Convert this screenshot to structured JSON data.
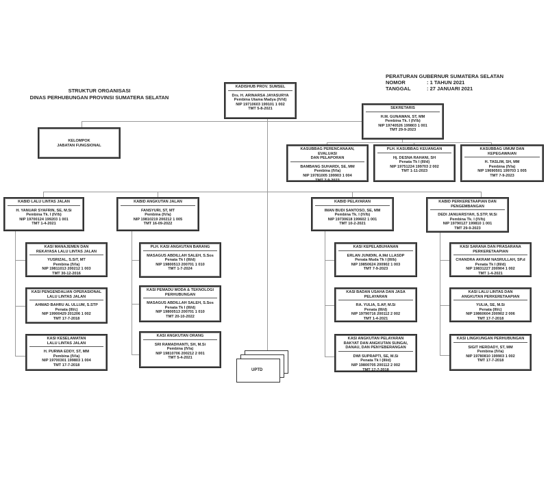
{
  "header": {
    "title_line1": "STRUKTUR ORGANISASI",
    "title_line2": "DINAS PERHUBUNGAN  PROVINSI SUMATERA SELATAN",
    "regulation": "PERATURAN GUBERNUR SUMATERA SELATAN",
    "nomor_label": "NOMOR",
    "nomor_value": ": 1 TAHUN 2021",
    "tanggal_label": "TANGGAL",
    "tanggal_value": ": 27 JANUARI 2021"
  },
  "uptd": "UPTD",
  "boxes": [
    {
      "id": "kadishub",
      "title": [
        "KADISHUB PROV. SUMSEL"
      ],
      "name": "Drs. H. ARINARSA JAYASURYA",
      "rank": "Pembina Utama Madya (IV/d)",
      "nip": "NIP  19710603 199101 1 002",
      "tmt": "TMT  5-8-2021"
    },
    {
      "id": "sekretaris",
      "title": [
        "SEKRETARIS"
      ],
      "name": "H.M. GUNAWAN, ST, MM",
      "rank": "Pembina Tk. I (IV/b)",
      "nip": "NIP  19740526 199803 1 001",
      "tmt": "TMT  29-9-2023"
    },
    {
      "id": "kelompok",
      "title": [],
      "name": "KELOMPOK",
      "rank": "JABATAN FUNGSIONAL",
      "nip": "",
      "tmt": ""
    },
    {
      "id": "kasubbag-perencanaan",
      "title": [
        "KASUBBAG PERENCANAAN,",
        "EVALUASI",
        "DAN PELAPORAN"
      ],
      "name": "BAMBANG SUHARDI, SE, MM",
      "rank": "Pembina (IV/a)",
      "nip": "NIP  19781005 199903 1 004",
      "tmt": "TMT  7-9-2023"
    },
    {
      "id": "kasubbag-keuangan",
      "title": [
        "PLH. KASUBBAG KEUANGAN"
      ],
      "name": "Hj. DESNA RAHANI, SH",
      "rank": "Penata Tk I (III/d)",
      "nip": "NIP  19751224 199703 2 002",
      "tmt": "TMT  1-11-2023"
    },
    {
      "id": "kasubbag-umum",
      "title": [
        "KASUBBAG UMUM DAN KEPEGAWAIAN"
      ],
      "name": "H. TASLIM, SH, MM",
      "rank": "Pembina (IV/a)",
      "nip": "NIP  19690501 199703 1 005",
      "tmt": "TMT  7-9-2023"
    },
    {
      "id": "kabid-llj",
      "title": [
        "KABID LALU LINTAS JALAN"
      ],
      "name": "H. YANUAR SYAFRIN, SE, M.Si",
      "rank": "Pembina  Tk. I (IV/b)",
      "nip": "NIP  19700124 199203 1 001",
      "tmt": "TMT  1-4-2021"
    },
    {
      "id": "kabid-angkutan",
      "title": [
        "KABID ANGKUTAN JALAN"
      ],
      "name": "FANSYURI, ST, MT",
      "rank": "Pembina (IV/a)",
      "nip": "NIP  19810219 200212 1 005",
      "tmt": "TMT  16-09-2022"
    },
    {
      "id": "kabid-pelayaran",
      "title": [
        "KABID PELAYARAN"
      ],
      "name": "IMAN BUDI SANTOSO, SE, MM",
      "rank": "Pembina Tk. I (IV/b)",
      "nip": "NIP  19730618 199602 1 001",
      "tmt": "TMT  10-2-2021"
    },
    {
      "id": "kabid-perkeretaapian",
      "title": [
        "KABID PERKERETAAPIAN DAN",
        "PENGEMBANGAN"
      ],
      "name": "DEDI JANUARSYAH, S.STP, M.Si",
      "rank": "Pembina Tk. I (IV/b)",
      "nip": "NIP  19790127 199810 1 001",
      "tmt": "TMT  29-9-2023"
    },
    {
      "id": "kasi-manajemen",
      "title": [
        "KASI MANAJEMEN DAN",
        "REKAYASA LALU LINTAS JALAN"
      ],
      "name": "YUSRIZAL, S.SiT, MT",
      "rank": "Pembina (IV/a)",
      "nip": "NIP  19811013 200212 1 003",
      "tmt": "TMT  30-12-2016"
    },
    {
      "id": "kasi-pengendalian",
      "title": [
        "KASI PENGENDALIAN OPERASIONAL",
        "LALU LINTAS JALAN"
      ],
      "name": "AHMAD BAHRU AL ULLUM, S.STP",
      "rank": "Penata (III/c)",
      "nip": "NIP  19900429 201206 1 002",
      "tmt": "TMT  17-7-2018"
    },
    {
      "id": "kasi-keselamatan",
      "title": [
        "KASI KESELAMATAN",
        "LALU LINTAS JALAN"
      ],
      "name": "H. PURWA EDDY, ST, MM",
      "rank": "Pembina  (IV/a)",
      "nip": "NIP  19700301 199803 1 004",
      "tmt": "TMT  17-7-2018"
    },
    {
      "id": "kasi-angkutan-barang",
      "title": [
        "PLH. KASI ANGKUTAN BARANG"
      ],
      "name": "MASAGUS ABDILLAH SALEH, S.Sos",
      "rank": "Penata Tk I (III/d)",
      "nip": "NIP  19800513 200701 1 010",
      "tmt": "TMT  1-7-2024"
    },
    {
      "id": "kasi-pemadu-moda",
      "title": [
        "KASI PEMADU MODA & TEKNOLOGI",
        "PERHUBUNGAN"
      ],
      "name": "MASAGUS ABDILLAH SALEH, S.Sos",
      "rank": "Penata Tk I (III/d)",
      "nip": "NIP  19800513 200701 1 010",
      "tmt": "TMT  20-10-2022"
    },
    {
      "id": "kasi-angkutan-orang",
      "title": [
        "KASI ANGKUTAN  ORANG"
      ],
      "name": "SRI RAMADHANTI, SH, M.Si",
      "rank": "Pembina (IV/a)",
      "nip": "NIP  19810706 200212 2 001",
      "tmt": "TMT  5-4-2021"
    },
    {
      "id": "kasi-kepelabuhanan",
      "title": [
        "KASI KEPELABUHANAN"
      ],
      "name": "ERLAN JUNIDIN, A.Md LLASDP",
      "rank": "Penata Muda Tk I  (III/b)",
      "nip": "NIP  19850624 200902 1 003",
      "tmt": "TMT  7-9-2023"
    },
    {
      "id": "kasi-badan-usaha",
      "title": [
        "KASI BADAN USAHA DAN JASA",
        "PELAYARAN"
      ],
      "name": "RA. YULIA, S.AP, M.Si",
      "rank": "Penata  (III/d)",
      "nip": "NIP  19790716 200112 2 002",
      "tmt": "TMT  1-4-2021"
    },
    {
      "id": "kasi-angkutan-pelayaran",
      "title": [
        "KASI ANGKUTAN PELAYARAN",
        "RAKYAT DAN ANGKUTAN SUNGAI,",
        "DANAU, DAN PENYEBERANGAN"
      ],
      "name": "DWI SUPRAPTI, SE, M.Si",
      "rank": "Penata Tk I  (III/d)",
      "nip": "NIP  19800705 200112 2 002",
      "tmt": "TMT  17-7-2018"
    },
    {
      "id": "kasi-sarana",
      "title": [
        "KASI SARANA DAN PRASARANA",
        "PERKERETAAPIAN"
      ],
      "name": "CHANDRA AKRAM NASRULLAH, SP.d",
      "rank": "Penata  Tk I (III/d)",
      "nip": "NIP  19831227 200904 1 002",
      "tmt": "TMT  1-4-2021"
    },
    {
      "id": "kasi-llakp",
      "title": [
        "KASI LALU LINTAS DAN",
        "ANGKUTAN PERKERETAAPIAN"
      ],
      "name": "YULIA, SE, M.Si",
      "rank": "Penata (III/c)",
      "nip": "NIP  19860604 200902 2 006",
      "tmt": "TMT  17-7-2018"
    },
    {
      "id": "kasi-lingkungan",
      "title": [
        "KASI LINGKUNGAN PERHUBUNGAN"
      ],
      "name": "SIGIT HERDADY,  ST, MM",
      "rank": "Pembina (IV/a)",
      "nip": "NIP  19780810 199903 1 002",
      "tmt": "TMT  17-7-2018"
    }
  ]
}
